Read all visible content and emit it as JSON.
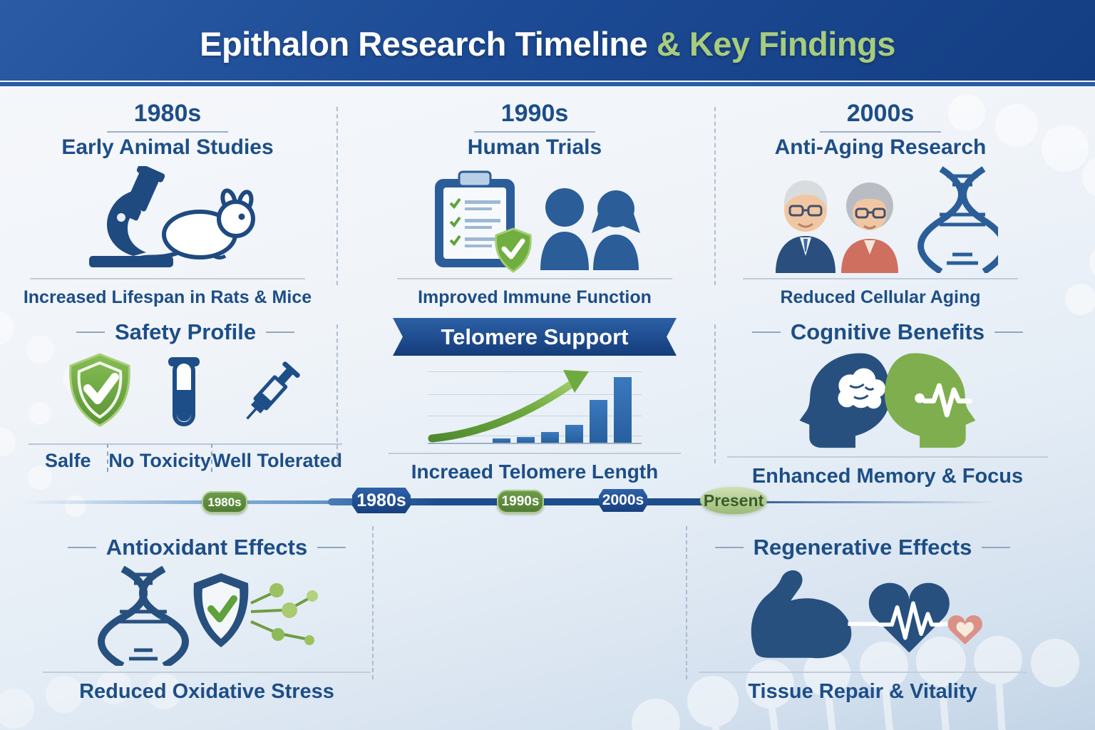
{
  "header": {
    "title": "Epithalon Research Timeline ",
    "title_accent": "& Key Findings"
  },
  "eras": [
    {
      "year": "1980s",
      "subtitle": "Early Animal Studies",
      "finding": "Increased Lifespan in Rats & Mice",
      "icon": "microscope-rat-icon"
    },
    {
      "year": "1990s",
      "subtitle": "Human Trials",
      "finding": "Improved Immune Function",
      "icon": "clipboard-patients-icon"
    },
    {
      "year": "2000s",
      "subtitle": "Anti-Aging Research",
      "finding": "Reduced Cellular Aging",
      "icon": "elderly-couple-dna-icon"
    }
  ],
  "safety_profile": {
    "title": "Safety Profile",
    "items": [
      {
        "label": "Salfe",
        "icon": "shield-check-icon"
      },
      {
        "label": "No Toxicity",
        "icon": "test-tube-icon"
      },
      {
        "label": "Well Tolerated",
        "icon": "syringe-icon"
      }
    ]
  },
  "telomere_support": {
    "banner": "Telomere Support",
    "caption": "Increaed Telomere Length"
  },
  "chart_data": {
    "type": "bar",
    "values": [
      6,
      8,
      14,
      24,
      58,
      88
    ],
    "title": "Telomere Support",
    "xlabel": "",
    "ylabel": "",
    "ylim": [
      0,
      100
    ],
    "gridlines": 4,
    "annotation": "green upward growth arrow over increasing bars",
    "bar_color": "#2e6cb0",
    "arrow_color": "#5f9e3a"
  },
  "cognitive": {
    "title": "Cognitive Benefits",
    "caption": "Enhanced Memory & Focus"
  },
  "timeline": {
    "items": [
      {
        "text": "1980s",
        "style": "green-small"
      },
      {
        "text": "1980s",
        "style": "blue-large"
      },
      {
        "text": "1990s",
        "style": "green"
      },
      {
        "text": "2000s",
        "style": "blue"
      },
      {
        "text": "Present",
        "style": "leaf"
      }
    ]
  },
  "antioxidant": {
    "title": "Antioxidant Effects",
    "caption": "Reduced Oxidative Stress"
  },
  "regenerative": {
    "title": "Regenerative Effects",
    "caption": "Tissue Repair & Vitality"
  },
  "colors": {
    "header_blue": "#1c4a94",
    "accent_green": "#a7cc7d",
    "navy_text": "#1d4e87",
    "shield_green": "#6fae3f",
    "bar_blue": "#2e6cb0",
    "pill_green": "#5d8f3e",
    "pill_blue": "#1d4f95",
    "present_bg": "#b8d29a",
    "present_text": "#3a5d28"
  }
}
